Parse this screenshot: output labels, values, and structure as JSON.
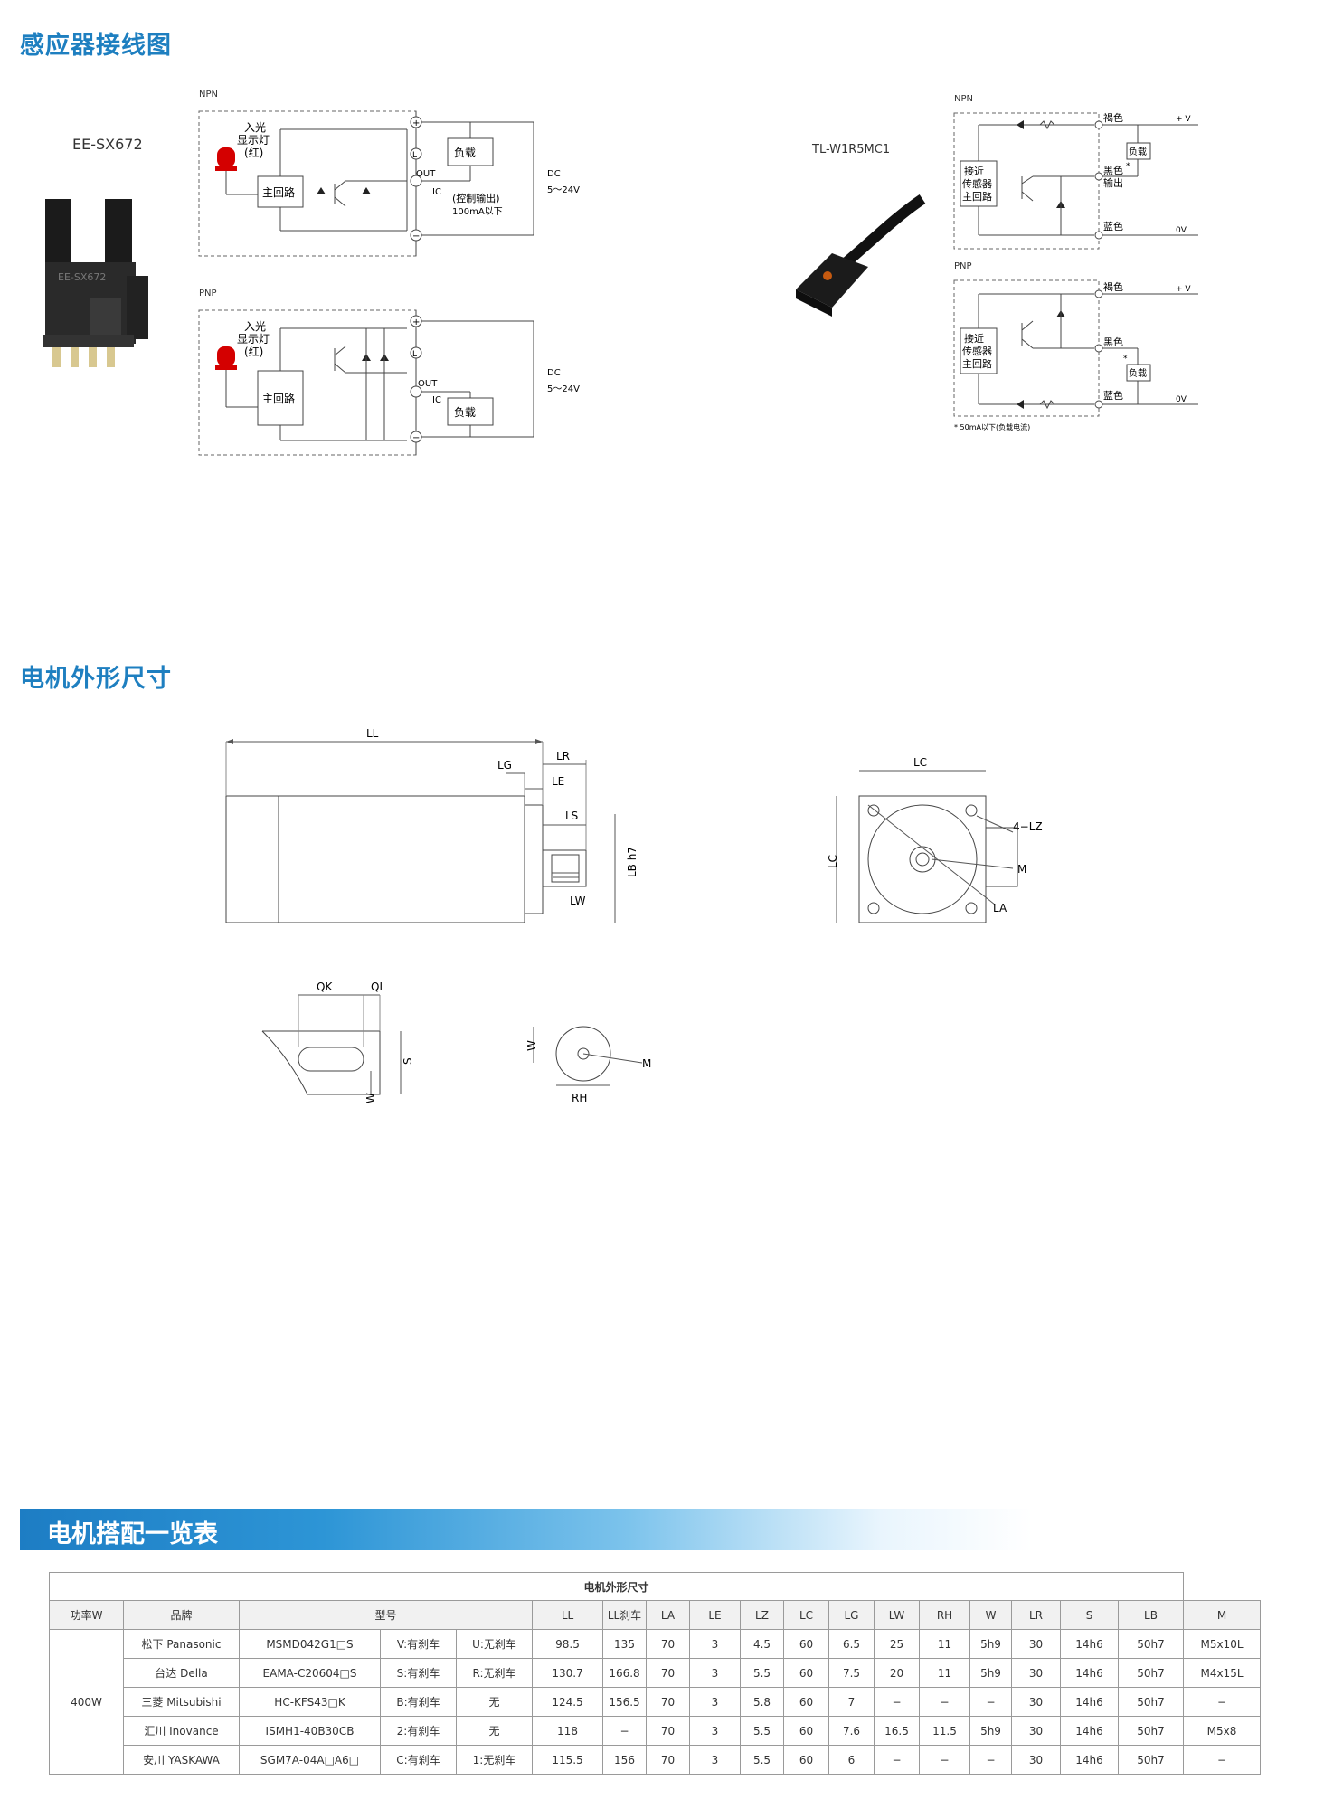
{
  "sections": {
    "wiring_title": "感应器接线图",
    "dimension_title": "电机外形尺寸",
    "table_title": "电机搭配一览表"
  },
  "sensor1": {
    "model": "EE-SX672",
    "photo_print": "EE-SX672",
    "npn_label": "NPN",
    "pnp_label": "PNP",
    "light_label_1": "入光",
    "light_label_2": "显示灯",
    "light_label_3": "(红)",
    "main_circuit": "主回路",
    "load": "负载",
    "out": "OUT",
    "ic": "IC",
    "ctrl_out": "(控制输出)",
    "ctrl_current": "100mA以下",
    "dc": "DC",
    "voltage": "5～24V",
    "term_plus": "+",
    "term_l": "L",
    "term_minus": "−"
  },
  "sensor2": {
    "model": "TL-W1R5MC1",
    "npn_label": "NPN",
    "pnp_label": "PNP",
    "brown": "褐色",
    "black": "黑色",
    "output": "输出",
    "blue": "蓝色",
    "load": "负载",
    "vplus": "+ V",
    "zero_v": "0V",
    "main_1": "接近",
    "main_2": "传感器",
    "main_3": "主回路",
    "star": "*",
    "footnote": "* 50mA以下(负载电流)"
  },
  "dims": {
    "LL": "LL",
    "LG": "LG",
    "LR": "LR",
    "LE": "LE",
    "LS": "LS",
    "LW": "LW",
    "LB": "LB h7",
    "LC": "LC",
    "LZ": "4−LZ",
    "M": "M",
    "LA": "LA",
    "QK": "QK",
    "QL": "QL",
    "S": "S",
    "W": "W",
    "RH": "RH"
  },
  "table": {
    "caption": "电机外形尺寸",
    "headers": [
      "功率W",
      "品牌",
      "型号",
      "LL",
      "LL刹车",
      "LA",
      "LE",
      "LZ",
      "LC",
      "LG",
      "LW",
      "RH",
      "W",
      "LR",
      "S",
      "LB",
      "M"
    ],
    "power": "400W",
    "rows": [
      [
        "松下  Panasonic",
        "MSMD042G1□S",
        "V:有刹车",
        "U:无刹车",
        "98.5",
        "135",
        "70",
        "3",
        "4.5",
        "60",
        "6.5",
        "25",
        "11",
        "5h9",
        "30",
        "14h6",
        "50h7",
        "M5x10L"
      ],
      [
        "台达  Della",
        "EAMA-C20604□S",
        "S:有刹车",
        "R:无刹车",
        "130.7",
        "166.8",
        "70",
        "3",
        "5.5",
        "60",
        "7.5",
        "20",
        "11",
        "5h9",
        "30",
        "14h6",
        "50h7",
        "M4x15L"
      ],
      [
        "三菱  Mitsubishi",
        "HC-KFS43□K",
        "B:有刹车",
        "无",
        "124.5",
        "156.5",
        "70",
        "3",
        "5.8",
        "60",
        "7",
        "−",
        "−",
        "−",
        "30",
        "14h6",
        "50h7",
        "−"
      ],
      [
        "汇川  Inovance",
        "ISMH1-40B30CB",
        "2:有刹车",
        "无",
        "118",
        "−",
        "70",
        "3",
        "5.5",
        "60",
        "7.6",
        "16.5",
        "11.5",
        "5h9",
        "30",
        "14h6",
        "50h7",
        "M5x8"
      ],
      [
        "安川  YASKAWA",
        "SGM7A-04A□A6□",
        "C:有刹车",
        "1:无刹车",
        "115.5",
        "156",
        "70",
        "3",
        "5.5",
        "60",
        "6",
        "−",
        "−",
        "−",
        "30",
        "14h6",
        "50h7",
        "−"
      ]
    ]
  },
  "colors": {
    "accent": "#1e7fc0",
    "led_red": "#d40000",
    "line": "#444444"
  }
}
